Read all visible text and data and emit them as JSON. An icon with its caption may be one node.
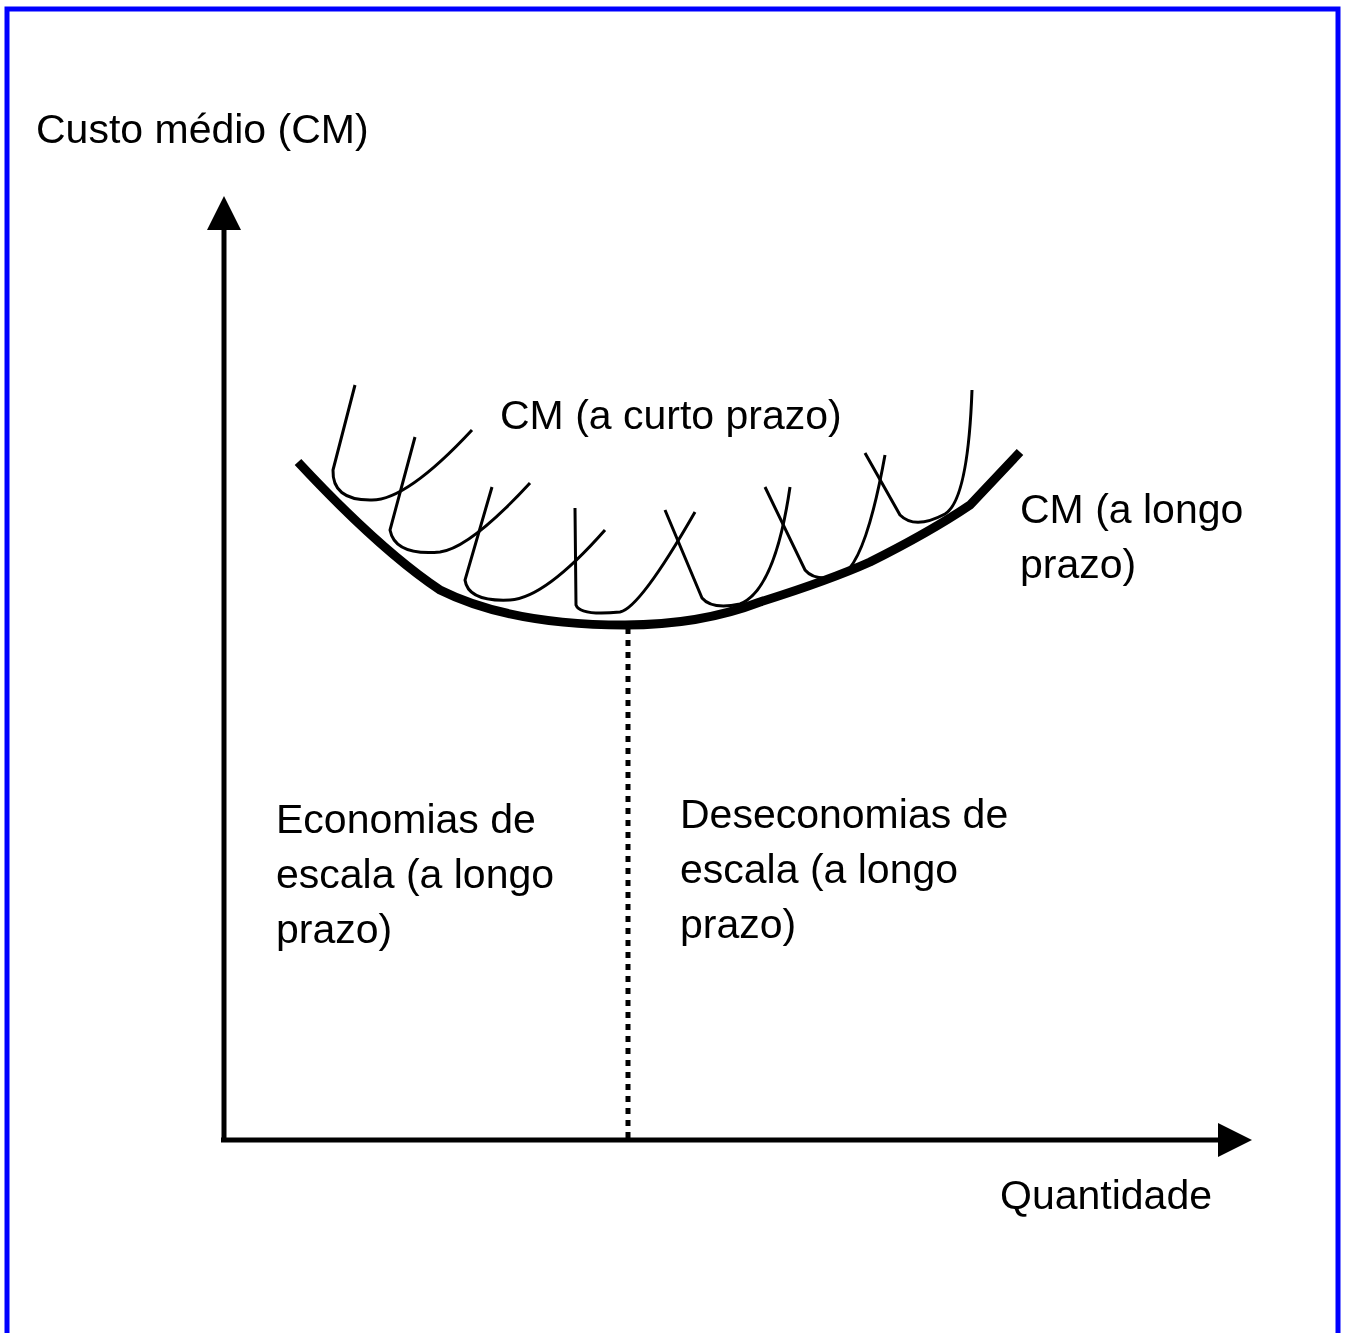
{
  "diagram": {
    "labels": [
      "Custo médio (CM)",
      "CM (a curto prazo)",
      "CM (a longo prazo)",
      "Economias de escala (a longo prazo)",
      "Deseconomias de escala (a longo prazo)",
      "Quantidade"
    ]
  }
}
